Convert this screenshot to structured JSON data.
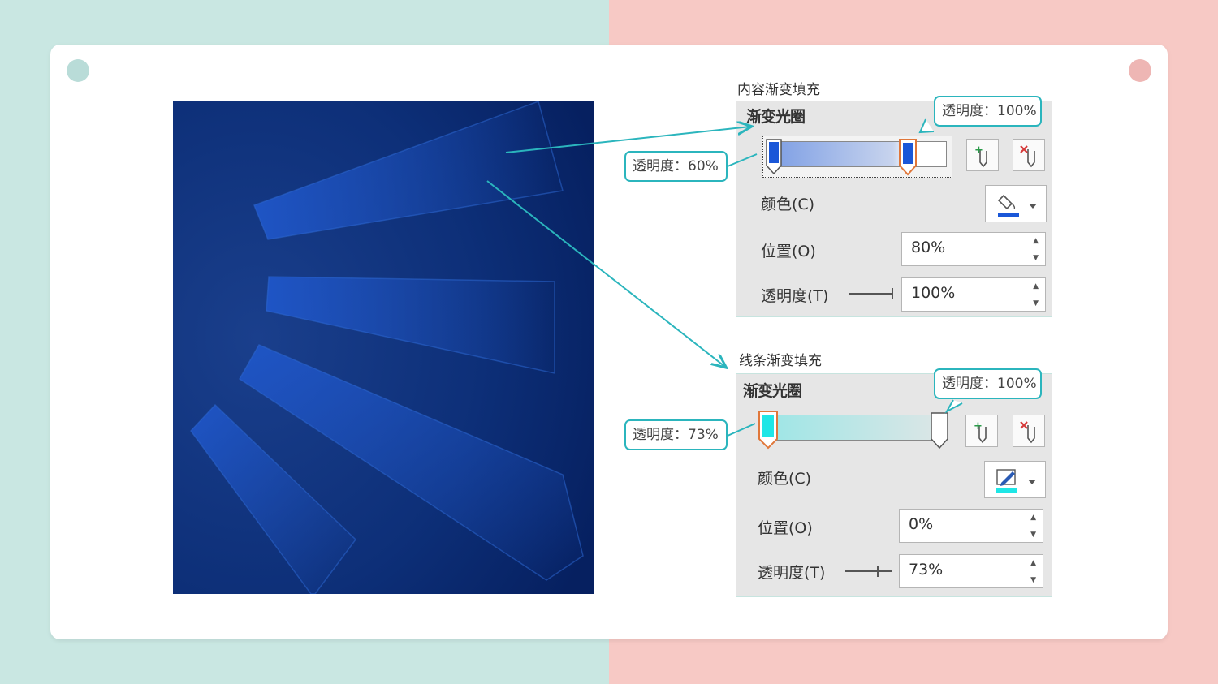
{
  "content_fill": {
    "section_title": "内容渐变填充",
    "panel_title": "渐变光圈",
    "color_label": "颜色(C)",
    "position_label": "位置(O)",
    "transparency_label": "透明度(T)",
    "position_value": "80%",
    "transparency_value": "100%",
    "callout_left": "透明度：60%",
    "callout_right": "透明度：100%",
    "stop_color": "#1a57d8"
  },
  "line_fill": {
    "section_title": "线条渐变填充",
    "panel_title": "渐变光圈",
    "color_label": "颜色(C)",
    "position_label": "位置(O)",
    "transparency_label": "透明度(T)",
    "position_value": "0%",
    "transparency_value": "73%",
    "callout_left": "透明度：73%",
    "callout_right": "透明度：100%",
    "stop_color": "#1ee6e6"
  },
  "icons": {
    "add_stop": "add-gradient-stop-icon",
    "remove_stop": "remove-gradient-stop-icon",
    "fill_bucket": "paint-bucket-icon",
    "pen": "pen-icon"
  },
  "colors": {
    "accent": "#2bb5bd",
    "preview_bg": "#0a2a6e"
  }
}
